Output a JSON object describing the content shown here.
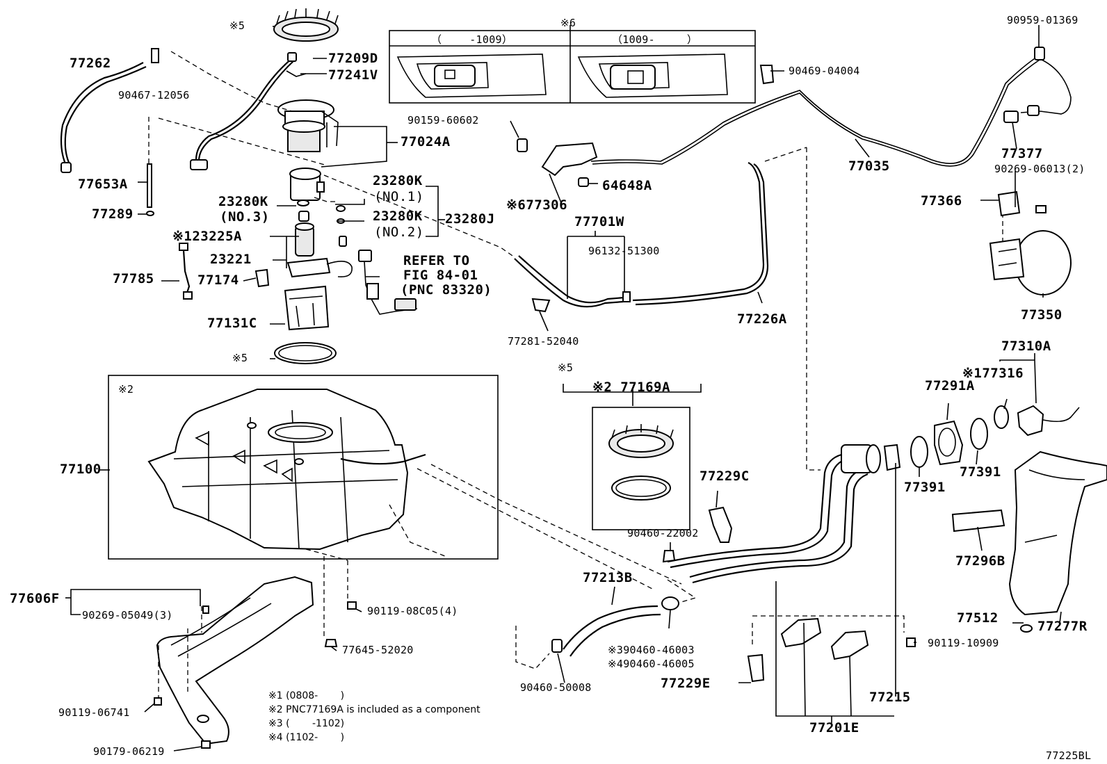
{
  "diagram_code": "77225BL",
  "top_box": {
    "mark": "※6",
    "left_range": "（　　 -1009）",
    "right_range": "（1009-　　　）"
  },
  "labels": {
    "l_90959": "90959-01369",
    "l_77262": "77262",
    "l_90467": "90467-12056",
    "l_77209D": "77209D",
    "l_77241V": "77241V",
    "l_x5top": "※5",
    "l_77024A": "77024A",
    "l_77653A": "77653A",
    "l_77289": "77289",
    "l_23280K3": "23280K",
    "l_no3": "(NO.3)",
    "l_23280K1": "23280K",
    "l_no1": "(NO.1)",
    "l_23280K2": "23280K",
    "l_no2": "(NO.2)",
    "l_23280J": "23280J",
    "l_23225A": "※123225A",
    "l_23221": "23221",
    "l_77785": "77785",
    "l_77174": "77174",
    "l_refer1": "REFER TO",
    "l_refer2": "FIG 84-01",
    "l_refer3": "(PNC 83320)",
    "l_77131C": "77131C",
    "l_x5mid": "※5",
    "l_90159": "90159-60602",
    "l_77306": "※677306",
    "l_64648A": "64648A",
    "l_90469": "90469-04004",
    "l_77035": "77035",
    "l_77377": "77377",
    "l_90269b": "90269-06013(2)",
    "l_77366": "77366",
    "l_77350": "77350",
    "l_77701W": "77701W",
    "l_96132": "96132-51300",
    "l_77281": "77281-52040",
    "l_77226A": "77226A",
    "l_77310A": "77310A",
    "l_77316": "※177316",
    "l_77291A": "77291A",
    "l_77391a": "77391",
    "l_77391b": "77391",
    "l_x5set": "※5",
    "l_77169A": "※2 77169A",
    "l_x2": "※2",
    "l_77100": "77100",
    "l_77229C": "77229C",
    "l_90460_22": "90460-22002",
    "l_77213B": "77213B",
    "l_77296B": "77296B",
    "l_77512": "77512",
    "l_77277R": "77277R",
    "l_90119_10": "90119-10909",
    "l_90460_03": "※390460-46003",
    "l_90460_05": "※490460-46005",
    "l_77229E": "77229E",
    "l_77215": "77215",
    "l_77201E": "77201E",
    "l_90460_50": "90460-50008",
    "l_77606F": "77606F",
    "l_90269a": "90269-05049(3)",
    "l_90119_08": "90119-08C05(4)",
    "l_77645": "77645-52020",
    "l_90119_06": "90119-06741",
    "l_90179": "90179-06219"
  },
  "notes": [
    "※1 (0808-　　 )",
    "※2 PNC77169A is included as a component",
    "※3 (　　 -1102)",
    "※4 (1102-　　 )"
  ]
}
